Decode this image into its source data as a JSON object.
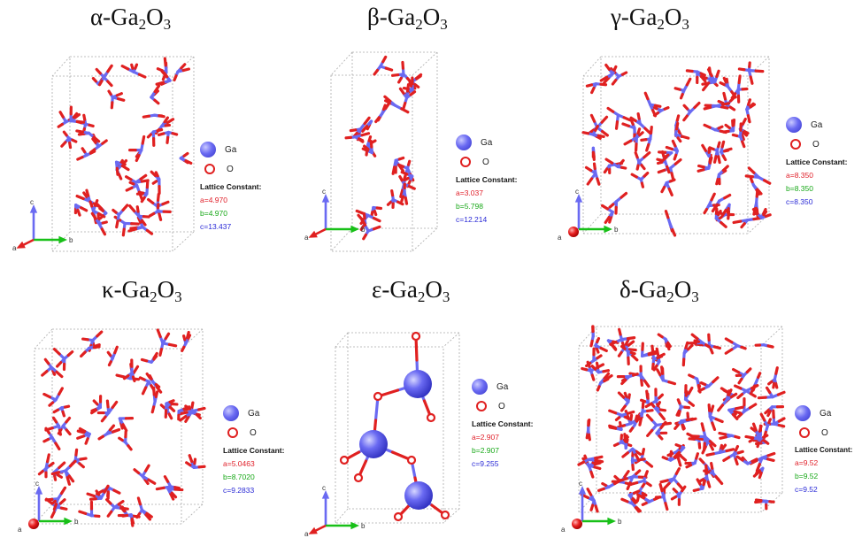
{
  "atoms": {
    "ga_label": "Ga",
    "o_label": "O",
    "ga_color": "#6a6af2",
    "o_color": "#e02020"
  },
  "axis_labels": {
    "a": "a",
    "b": "b",
    "c": "c"
  },
  "lattice_title": "Lattice Constant:",
  "panels": [
    {
      "prefix": "α-Ga",
      "sub1": "2",
      "mid": "O",
      "sub2": "3",
      "a": "a=4.970",
      "b": "b=4.970",
      "c": "c=13.437"
    },
    {
      "prefix": "β-Ga",
      "sub1": "2",
      "mid": "O",
      "sub2": "3",
      "a": "a=3.037",
      "b": "b=5.798",
      "c": "c=12.214"
    },
    {
      "prefix": "γ-Ga",
      "sub1": "2",
      "mid": "O",
      "sub2": "3",
      "a": "a=8.350",
      "b": "b=8.350",
      "c": "c=8.350"
    },
    {
      "prefix": "κ-Ga",
      "sub1": "2",
      "mid": "O",
      "sub2": "3",
      "a": "a=5.0463",
      "b": "b=8.7020",
      "c": "c=9.2833"
    },
    {
      "prefix": "ε-Ga",
      "sub1": "2",
      "mid": "O",
      "sub2": "3",
      "a": "a=2.907",
      "b": "b=2.907",
      "c": "c=9.255"
    },
    {
      "prefix": "δ-Ga",
      "sub1": "2",
      "mid": "O",
      "sub2": "3",
      "a": "a=9.52",
      "b": "b=9.52",
      "c": "c=9.52"
    }
  ]
}
